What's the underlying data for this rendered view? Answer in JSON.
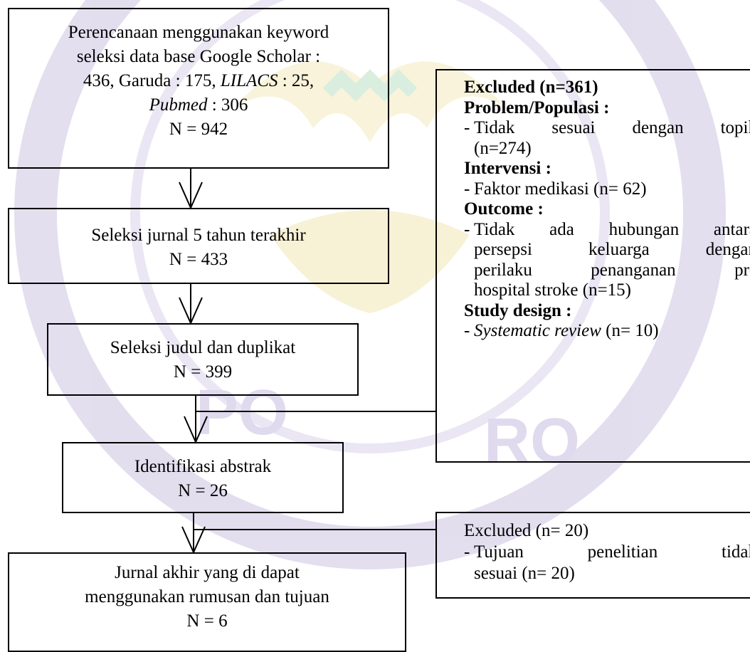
{
  "flow": {
    "step1": {
      "line1": "Perencanaan menggunakan keyword",
      "line2": "seleksi data base Google Scholar :",
      "line3": "436, Garuda : 175, ",
      "line3_italic": "LILACS",
      "line3_end": " : 25,",
      "line4_italic": "Pubmed",
      "line4_end": " : 306",
      "count": "N = 942"
    },
    "step2": {
      "label": "Seleksi jurnal 5 tahun terakhir",
      "count": "N = 433"
    },
    "step3": {
      "label": "Seleksi judul dan duplikat",
      "count": "N = 399"
    },
    "step4": {
      "label": "Identifikasi abstrak",
      "count": "N = 26"
    },
    "step5": {
      "line1": "Jurnal akhir yang di dapat",
      "line2": "menggunakan rumusan dan tujuan",
      "count": "N = 6"
    }
  },
  "exclusion1": {
    "title": "Excluded (n=361)",
    "problem_heading": "Problem/Populasi :",
    "problem_item_a": "Tidak sesuai dengan topik",
    "problem_item_b": "(n=274)",
    "intervention_heading": "Intervensi :",
    "intervention_item": "Faktor medikasi (n= 62)",
    "outcome_heading": "Outcome :",
    "outcome_line1": "Tidak ada hubungan antara",
    "outcome_line2": "persepsi keluarga dengan",
    "outcome_line3": "perilaku penanganan pre",
    "outcome_line4": "hospital stroke (n=15)",
    "design_heading": "Study design :",
    "design_item_italic": "Systematic review",
    "design_item_end": " (n= 10)",
    "dash": "-"
  },
  "exclusion2": {
    "title": "Excluded (n= 20)",
    "item_line1": "Tujuan penelitian tidak",
    "item_line2": "sesuai (n= 20)",
    "dash": "-"
  },
  "colors": {
    "line": "#000000",
    "watermark_purple": "#b3a3d3",
    "watermark_yellow": "#f0e29a",
    "watermark_green": "#a8dcb0"
  }
}
